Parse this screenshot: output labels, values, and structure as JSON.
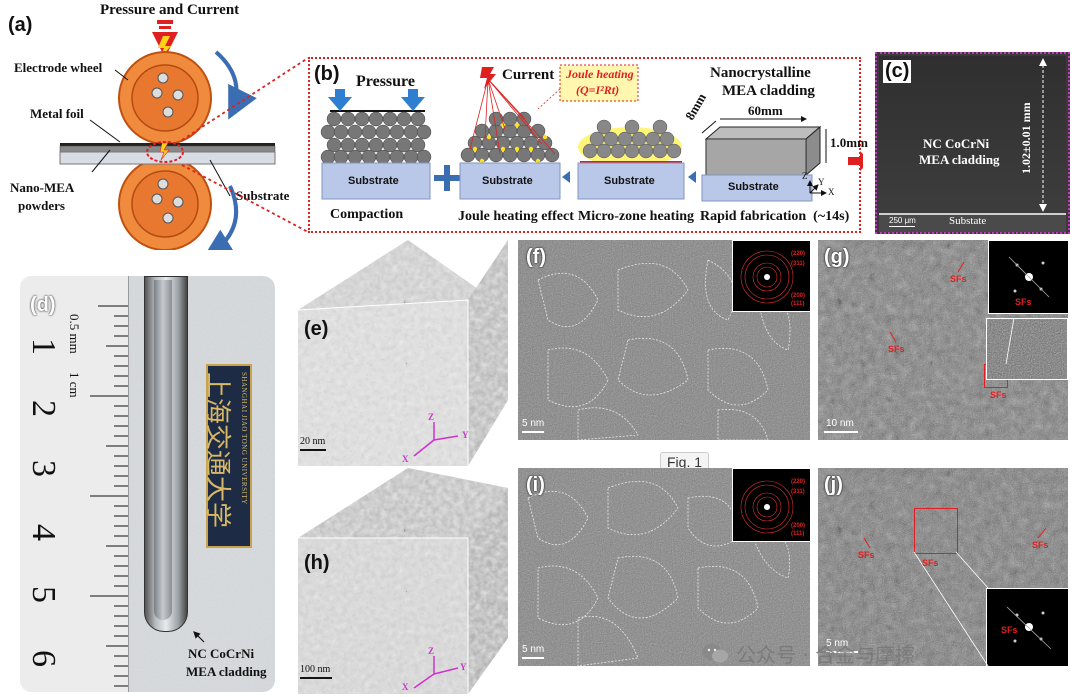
{
  "a": {
    "label": "(a)",
    "pressure_current": "Pressure and Current",
    "electrode_wheel": "Electrode wheel",
    "metal_foil": "Metal foil",
    "nano_mea": "Nano-MEA",
    "powders": "powders",
    "substrate": "Substrate"
  },
  "b": {
    "label": "(b)",
    "pressure": "Pressure",
    "current": "Current",
    "joule_title": "Joule heating",
    "joule_formula": "(Q=I²Rt)",
    "nano_title_1": "Nanocrystalline",
    "nano_title_2": "MEA cladding",
    "dim_60": "60mm",
    "dim_8": "8mm",
    "dim_1": "1.0mm",
    "substrate": "Substrate",
    "axis_x": "X",
    "axis_y": "Y",
    "axis_z": "Z",
    "steps": [
      "Compaction",
      "Joule heating effect",
      "Micro-zone heating",
      "Rapid fabrication  (~14s)"
    ]
  },
  "c": {
    "label": "(c)",
    "line1": "NC CoCrNi",
    "line2": "MEA cladding",
    "thickness": "1.02±0.01 mm",
    "scale": "250 μm",
    "substrate": "Substate"
  },
  "d": {
    "label": "(d)",
    "ruler_top": "0.5 mm",
    "ruler_cm": "1 cm",
    "ruler_nums": [
      "1",
      "2",
      "3",
      "4",
      "5",
      "6"
    ],
    "badge_en": "SHANGHAI JIAO TONG UNIVERSITY",
    "badge_cn": "上海交通大学",
    "caption1": "NC CoCrNi",
    "caption2": "MEA cladding"
  },
  "e": {
    "label": "(e)",
    "scale": "20 nm",
    "x": "X",
    "y": "Y",
    "z": "Z"
  },
  "f": {
    "label": "(f)",
    "scale": "5 nm",
    "fft": [
      "(220)",
      "(311)",
      "(200)",
      "(111)"
    ]
  },
  "g": {
    "label": "(g)",
    "scale": "10 nm",
    "sfs": "SFs"
  },
  "h": {
    "label": "(h)",
    "scale": "100 nm",
    "x": "X",
    "y": "Y",
    "z": "Z"
  },
  "i": {
    "label": "(i)",
    "scale": "5 nm",
    "fft": [
      "(220)",
      "(311)",
      "(200)",
      "(111)"
    ]
  },
  "j": {
    "label": "(j)",
    "scale": "5 nm",
    "sfs": "SFs"
  },
  "figure_caption": "Fig. 1",
  "watermark": "公众号 · 合金与摩擦"
}
